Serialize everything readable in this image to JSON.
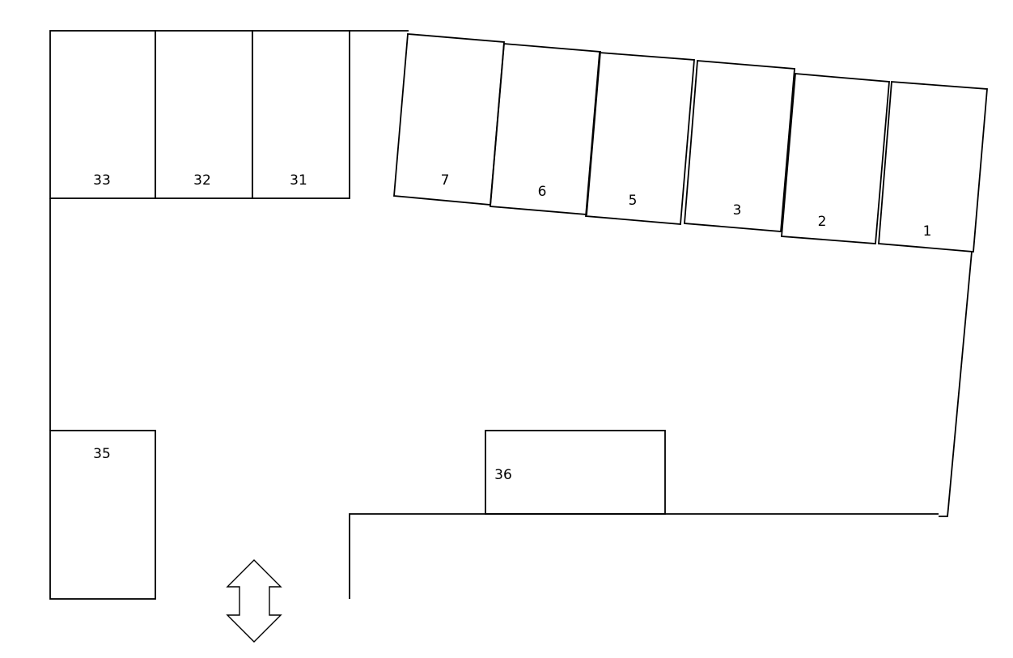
{
  "colors": {
    "line": "#000000",
    "background": "#ffffff",
    "arrow_fill": "#ffffff"
  },
  "spaces": {
    "s33": {
      "label": "33"
    },
    "s32": {
      "label": "32"
    },
    "s31": {
      "label": "31"
    },
    "s7": {
      "label": "7"
    },
    "s6": {
      "label": "6"
    },
    "s5": {
      "label": "5"
    },
    "s3": {
      "label": "3"
    },
    "s2": {
      "label": "2"
    },
    "s1": {
      "label": "1"
    },
    "s35": {
      "label": "35"
    },
    "s36": {
      "label": "36"
    }
  },
  "icons": {
    "entrance_arrow": "double-headed-vertical-arrow-icon"
  }
}
